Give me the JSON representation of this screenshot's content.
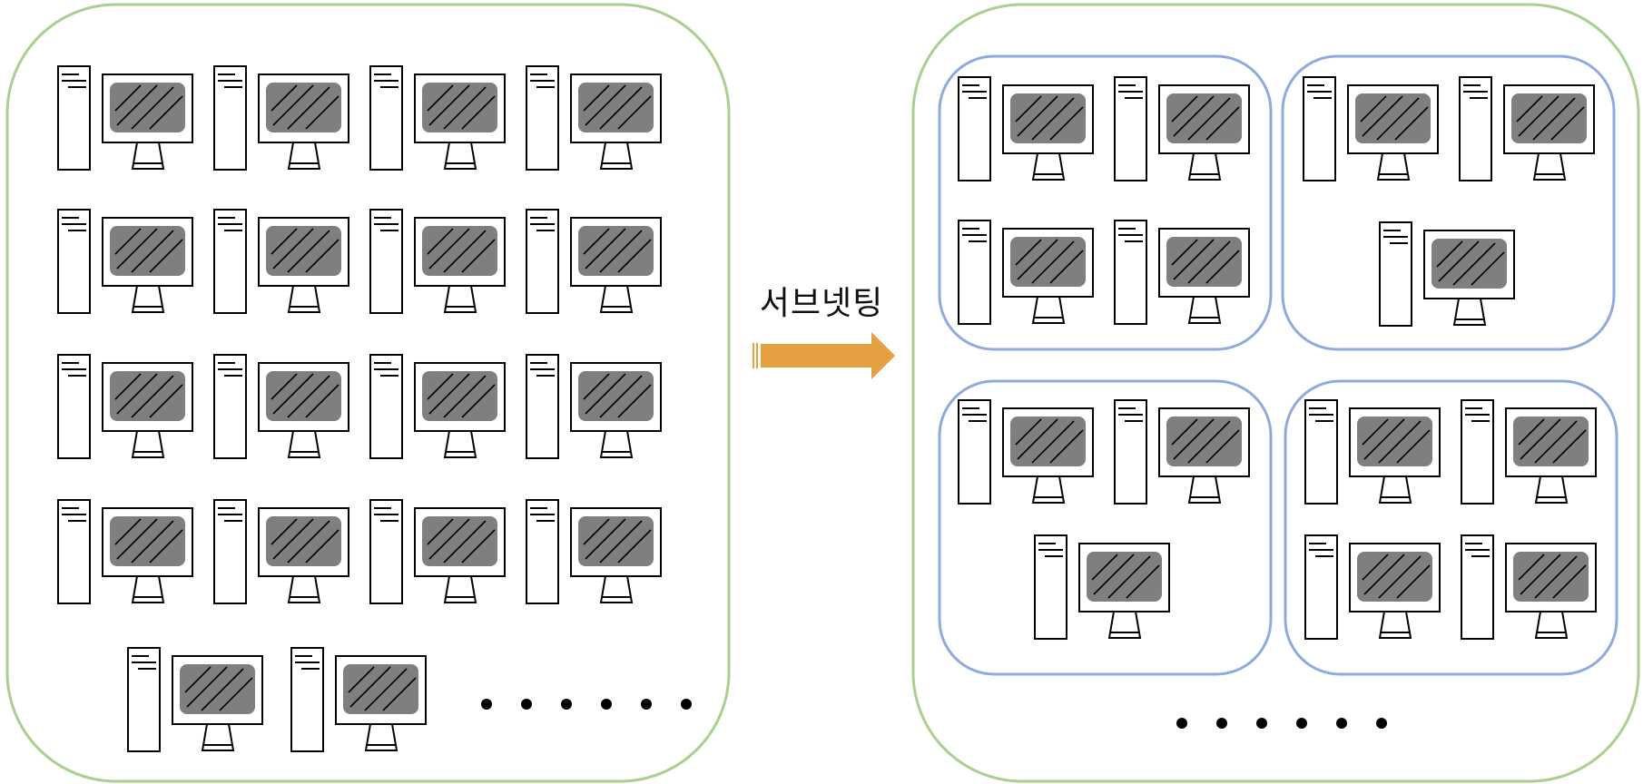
{
  "arrow_label": "서브넷팅",
  "colors": {
    "network_border": "#a9d08e",
    "subnet_border": "#8faadc",
    "arrow": "#e6a040",
    "screen": "#7f7f7f",
    "line": "#000000"
  },
  "icons": {
    "computer": "desktop-computer-icon",
    "more": "ellipsis-icon"
  },
  "left_network": {
    "computer_count_shown": 18,
    "continues": true
  },
  "right_network": {
    "subnets": [
      {
        "computers": 4
      },
      {
        "computers": 3
      },
      {
        "computers": 3
      },
      {
        "computers": 4
      }
    ],
    "continues": true
  }
}
